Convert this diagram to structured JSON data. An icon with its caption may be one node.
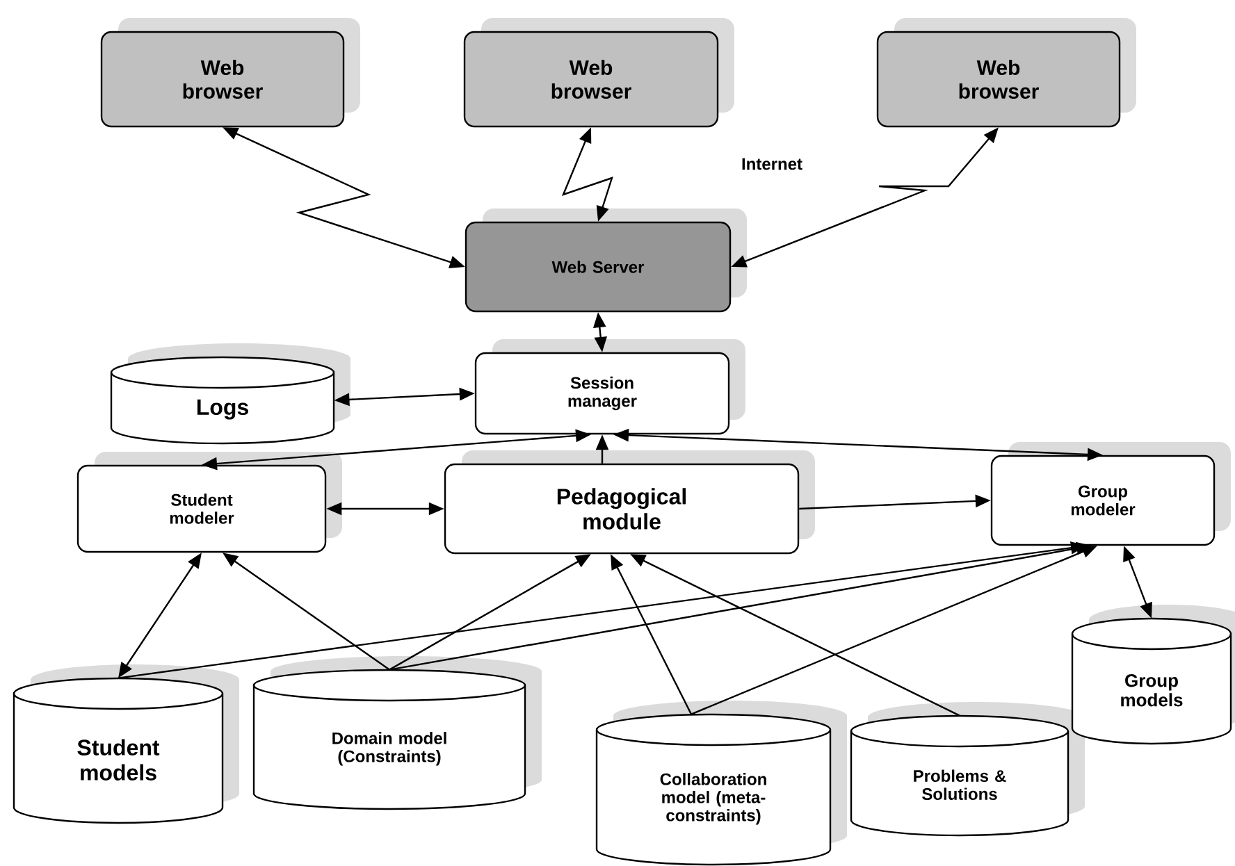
{
  "diagram": {
    "nodes": [
      {
        "text": [
          "Web browser"
        ]
      },
      {
        "text": [
          "Web browser"
        ]
      },
      {
        "text": [
          "Web browser"
        ]
      },
      {
        "text": [
          "Web Server"
        ]
      },
      {
        "text": [
          "Logs"
        ]
      },
      {
        "text": [
          "Session manager"
        ]
      },
      {
        "text": [
          "Student modeler"
        ]
      },
      {
        "text": [
          "Pedagogical module"
        ]
      },
      {
        "text": [
          "Group modeler"
        ]
      },
      {
        "text": [
          "Student models"
        ]
      },
      {
        "text": [
          "Domain model (Constraints)"
        ]
      },
      {
        "text": [
          "Collaboration model (meta-constraints)"
        ]
      },
      {
        "text": [
          "Problems & Solutions"
        ]
      },
      {
        "text": [
          "Group models"
        ]
      }
    ],
    "edges": [
      {
        "from": 0,
        "to": 3,
        "arrow": "both"
      },
      {
        "from": 1,
        "to": 3,
        "arrow": "both"
      },
      {
        "from": 2,
        "to": 3,
        "arrow": "both"
      },
      {
        "from": 3,
        "to": 5,
        "arrow": "both"
      },
      {
        "from": 4,
        "to": 5,
        "arrow": "both"
      },
      {
        "from": 5,
        "to": 6,
        "arrow": "both"
      },
      {
        "from": 7,
        "to": 5,
        "arrow": "to"
      },
      {
        "from": 5,
        "to": 8,
        "arrow": "both"
      },
      {
        "from": 6,
        "to": 7,
        "arrow": "both"
      },
      {
        "from": 7,
        "to": 8,
        "arrow": "to"
      },
      {
        "from": 6,
        "to": 9,
        "arrow": "both"
      },
      {
        "from": 10,
        "to": 6,
        "arrow": "to"
      },
      {
        "from": 10,
        "to": 7,
        "arrow": "to"
      },
      {
        "from": 9,
        "to": 8,
        "arrow": "to"
      },
      {
        "from": 10,
        "to": 8,
        "arrow": "to"
      },
      {
        "from": 11,
        "to": 7,
        "arrow": "to"
      },
      {
        "from": 11,
        "to": 8,
        "arrow": "to"
      },
      {
        "from": 12,
        "to": 7,
        "arrow": "to"
      },
      {
        "from": 8,
        "to": 13,
        "arrow": "both"
      }
    ],
    "labels": [
      "Internet"
    ]
  }
}
